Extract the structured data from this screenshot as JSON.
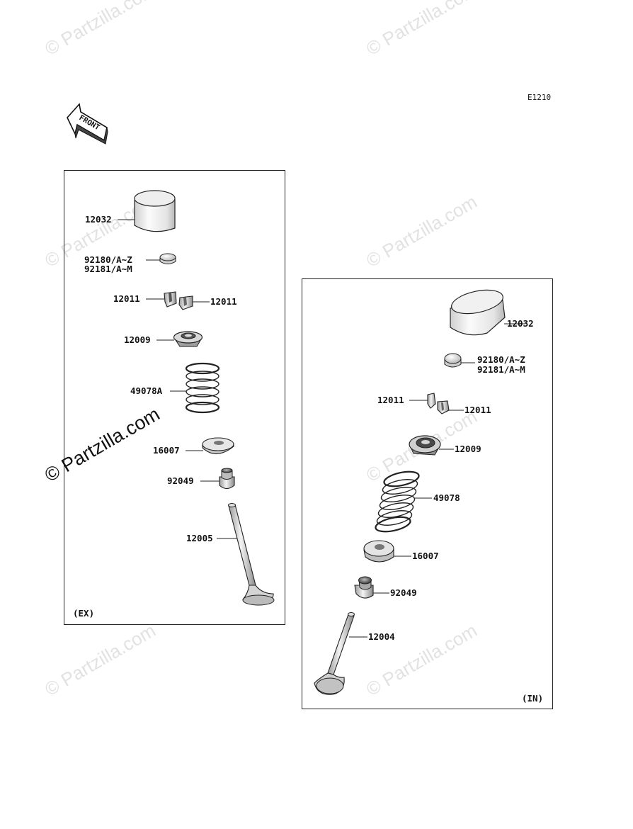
{
  "watermark": "© Partzilla.com",
  "watermark_prominent": "© Partzilla.com",
  "diagram_code": "E1210",
  "front_arrow": {
    "label": "FRONT",
    "icon": "front-arrow-icon"
  },
  "panels": {
    "ex": {
      "tag": "(EX)",
      "labels": {
        "tappet": "12032",
        "shim_1": "92180/A~Z",
        "shim_2": "92181/A~M",
        "cotter_left": "12011",
        "cotter_right": "12011",
        "retainer": "12009",
        "spring": "49078A",
        "seat": "16007",
        "seal": "92049",
        "valve": "12005"
      }
    },
    "in": {
      "tag": "(IN)",
      "labels": {
        "tappet": "12032",
        "shim_1": "92180/A~Z",
        "shim_2": "92181/A~M",
        "cotter_left": "12011",
        "cotter_right": "12011",
        "retainer": "12009",
        "spring": "49078",
        "seat": "16007",
        "seal": "92049",
        "valve": "12004"
      }
    }
  }
}
